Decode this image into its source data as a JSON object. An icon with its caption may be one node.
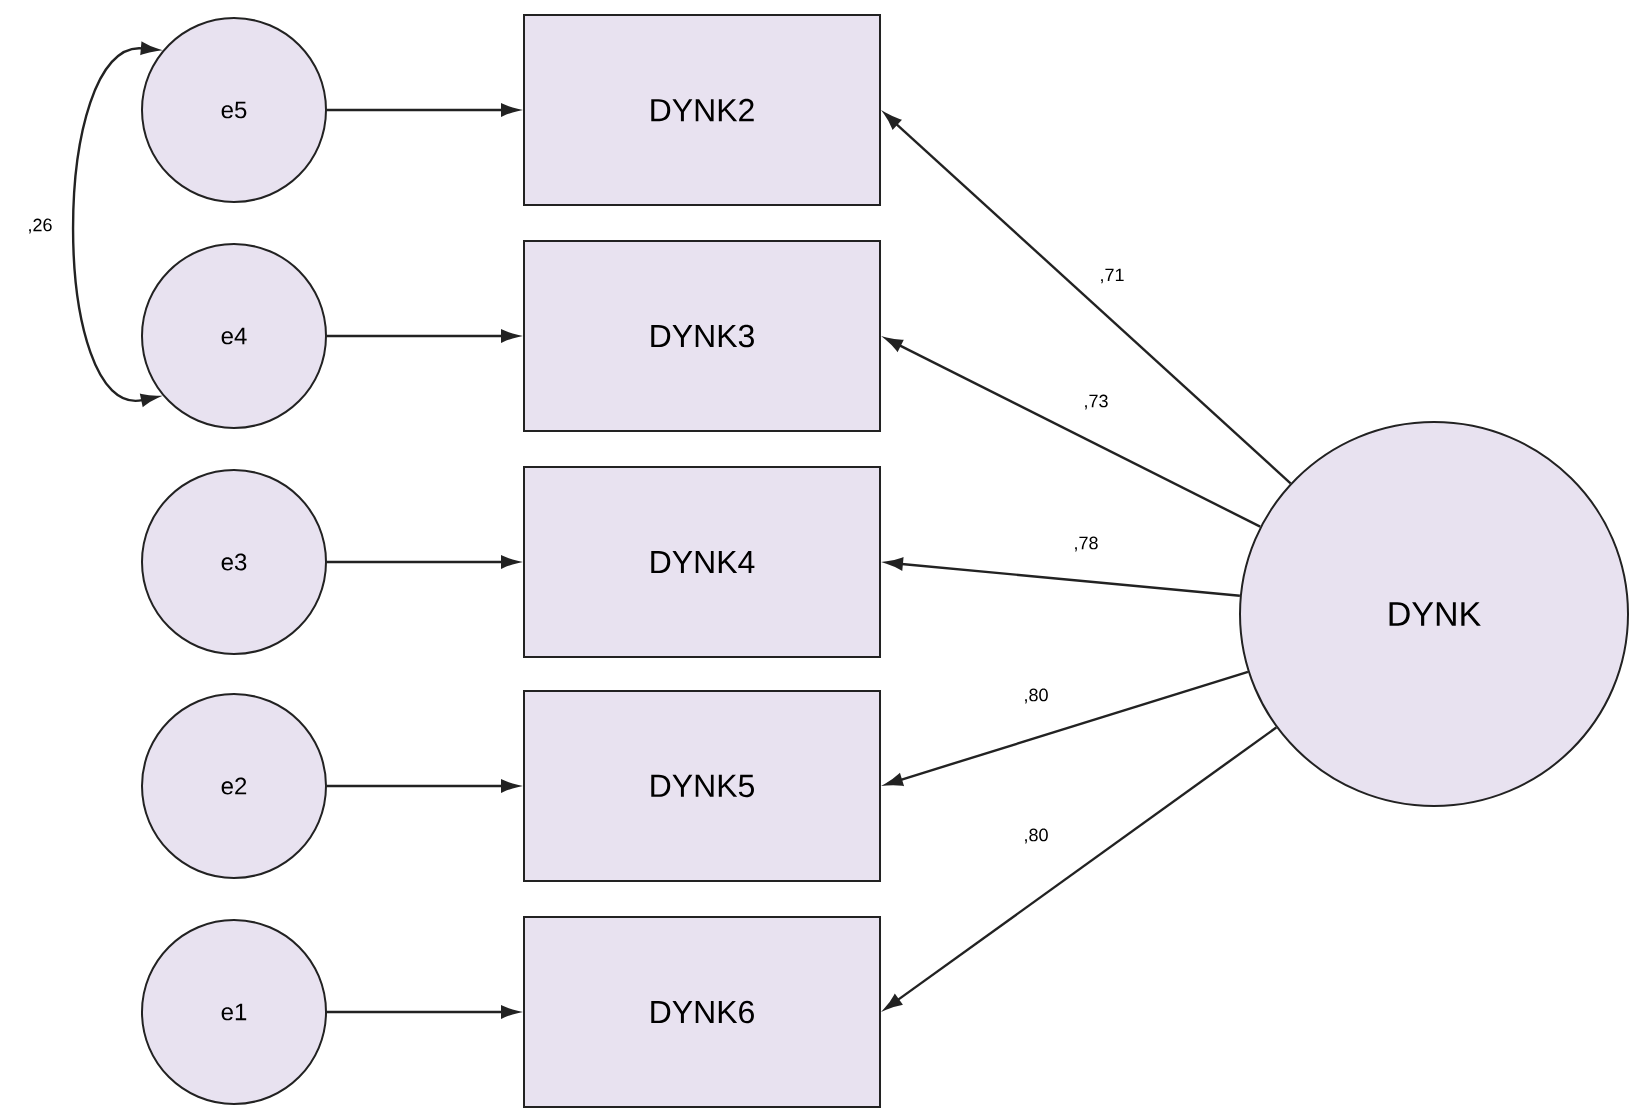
{
  "diagram": {
    "nodes": [
      {
        "text": [
          "e5"
        ]
      },
      {
        "text": [
          "DYNK2"
        ]
      },
      {
        "text": [
          "e4"
        ]
      },
      {
        "text": [
          "DYNK3"
        ]
      },
      {
        "text": [
          "e3"
        ]
      },
      {
        "text": [
          "DYNK4"
        ]
      },
      {
        "text": [
          "e2"
        ]
      },
      {
        "text": [
          "DYNK5"
        ]
      },
      {
        "text": [
          "e1"
        ]
      },
      {
        "text": [
          "DYNK6"
        ]
      },
      {
        "text": [
          "DYNK"
        ]
      }
    ],
    "edges": [
      {
        "from": 0,
        "to": 1,
        "arrow": "to"
      },
      {
        "from": 2,
        "to": 3,
        "arrow": "to"
      },
      {
        "from": 4,
        "to": 5,
        "arrow": "to"
      },
      {
        "from": 6,
        "to": 7,
        "arrow": "to"
      },
      {
        "from": 8,
        "to": 9,
        "arrow": "to"
      },
      {
        "from": 10,
        "to": 1,
        "arrow": "to",
        "label": ",71"
      },
      {
        "from": 10,
        "to": 3,
        "arrow": "to",
        "label": ",73"
      },
      {
        "from": 10,
        "to": 5,
        "arrow": "to",
        "label": ",78"
      },
      {
        "from": 10,
        "to": 7,
        "arrow": "to",
        "label": ",80"
      },
      {
        "from": 10,
        "to": 9,
        "arrow": "to",
        "label": ",80"
      },
      {
        "from": 0,
        "to": 2,
        "arrow": "both",
        "label": ",26"
      }
    ]
  }
}
